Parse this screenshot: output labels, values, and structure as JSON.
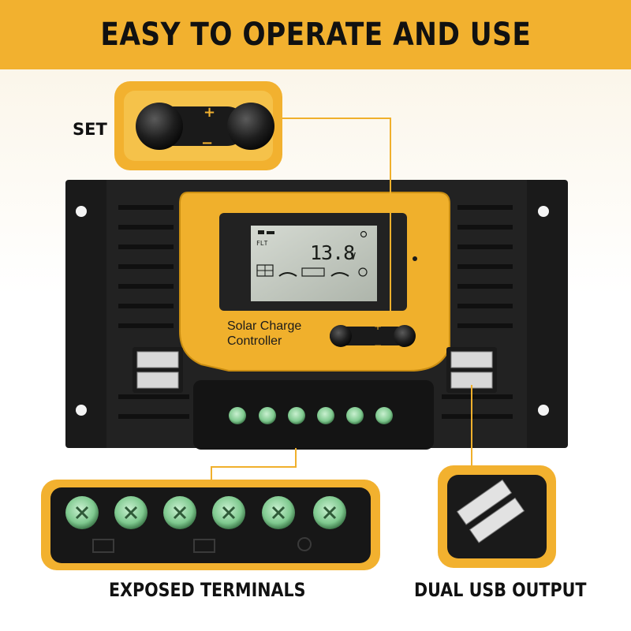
{
  "banner": {
    "title": "EASY TO OPERATE AND USE",
    "color": "#f2b12f"
  },
  "callouts": {
    "set": "SET",
    "terminals": "EXPOSED TERMINALS",
    "usb": "DUAL USB OUTPUT"
  },
  "device": {
    "label_line1": "Solar Charge",
    "label_line2": "Controller",
    "lcd": {
      "mode": "FLT",
      "voltage": "13.8",
      "unit": "V"
    },
    "terminal_count": 6,
    "body_color": "#1c1c1c",
    "accent_color": "#f2b12f",
    "terminal_color": "#7fc98f"
  },
  "icons": [
    "set-buttons",
    "plus-icon",
    "minus-icon",
    "solar-panel-icon",
    "battery-icon",
    "bulb-icon",
    "usb-port-icon",
    "terminal-screw-icon"
  ]
}
